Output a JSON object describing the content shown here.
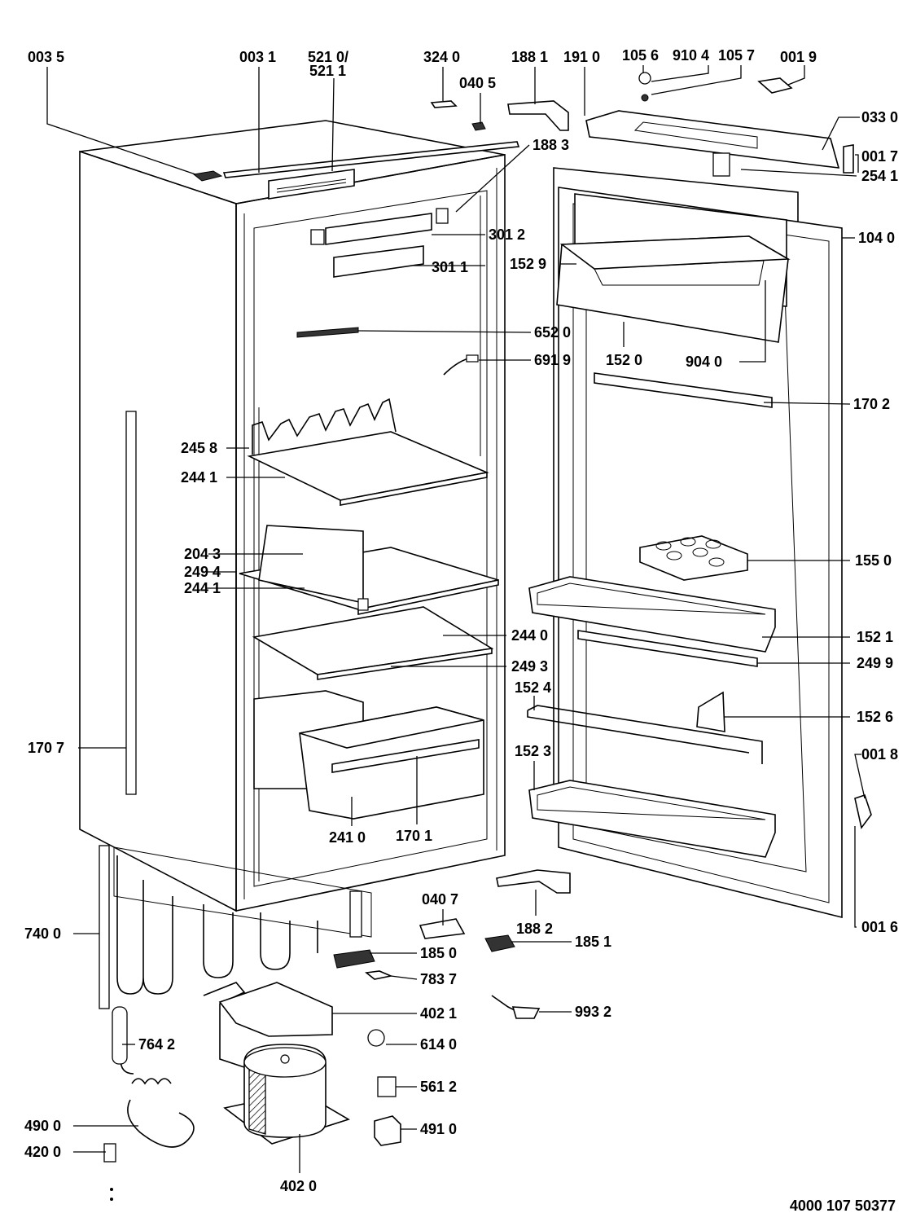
{
  "document_number": "4000 107 50377",
  "labels": {
    "l0035": "003 5",
    "l0031": "003 1",
    "l5210": "521 0/",
    "l5211": "521 1",
    "l3240": "324 0",
    "l0405": "040 5",
    "l1881": "188 1",
    "l1910": "191 0",
    "l1056": "105 6",
    "l9104": "910 4",
    "l1057": "105 7",
    "l0019": "001 9",
    "l0330": "033 0",
    "l0017": "001 7",
    "l2541": "254 1",
    "l1883": "188 3",
    "l1040": "104 0",
    "l3012": "301 2",
    "l3011": "301 1",
    "l1529": "152 9",
    "l6520": "652 0",
    "l1520": "152 0",
    "l9040": "904 0",
    "l6919": "691 9",
    "l1702": "170 2",
    "l2458": "245 8",
    "l2441a": "244 1",
    "l2043": "204 3",
    "l2494": "249 4",
    "l2441b": "244 1",
    "l1550": "155 0",
    "l2440": "244 0",
    "l1521": "152 1",
    "l2493": "249 3",
    "l2499": "249 9",
    "l1524": "152 4",
    "l1526": "152 6",
    "l1707": "170 7",
    "l1523": "152 3",
    "l0018": "001 8",
    "l2410": "241 0",
    "l1701": "170 1",
    "l0016": "001 6",
    "l0407": "040 7",
    "l7400": "740 0",
    "l1882": "188 2",
    "l1850": "185 0",
    "l1851": "185 1",
    "l7837": "783 7",
    "l4021": "402 1",
    "l9932": "993 2",
    "l7642": "764 2",
    "l6140": "614 0",
    "l5612": "561 2",
    "l4900": "490 0",
    "l4910": "491 0",
    "l4200": "420 0",
    "l4020": "402 0"
  }
}
